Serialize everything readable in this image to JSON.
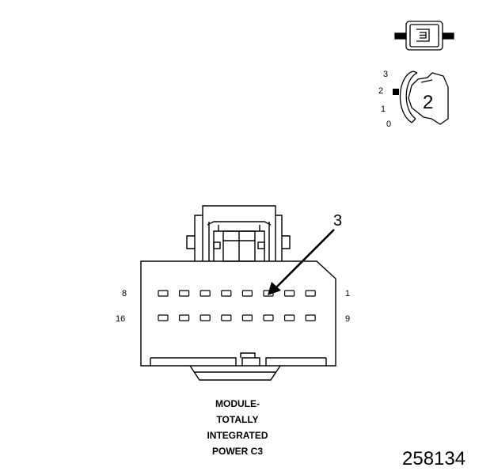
{
  "caption": {
    "lines": [
      "MODULE-",
      "TOTALLY",
      "INTEGRATED",
      "POWER C3"
    ]
  },
  "figure_number": "258134",
  "callout_label": "3",
  "pin_labels": {
    "top_left": "8",
    "top_right": "1",
    "bottom_left": "16",
    "bottom_right": "9"
  },
  "view_icon": {
    "scale": [
      "3",
      "2",
      "1",
      "0"
    ],
    "number": "2"
  },
  "pin_rows": [
    {
      "name": "top-row",
      "count": 8
    },
    {
      "name": "bottom-row",
      "count": 8
    }
  ]
}
